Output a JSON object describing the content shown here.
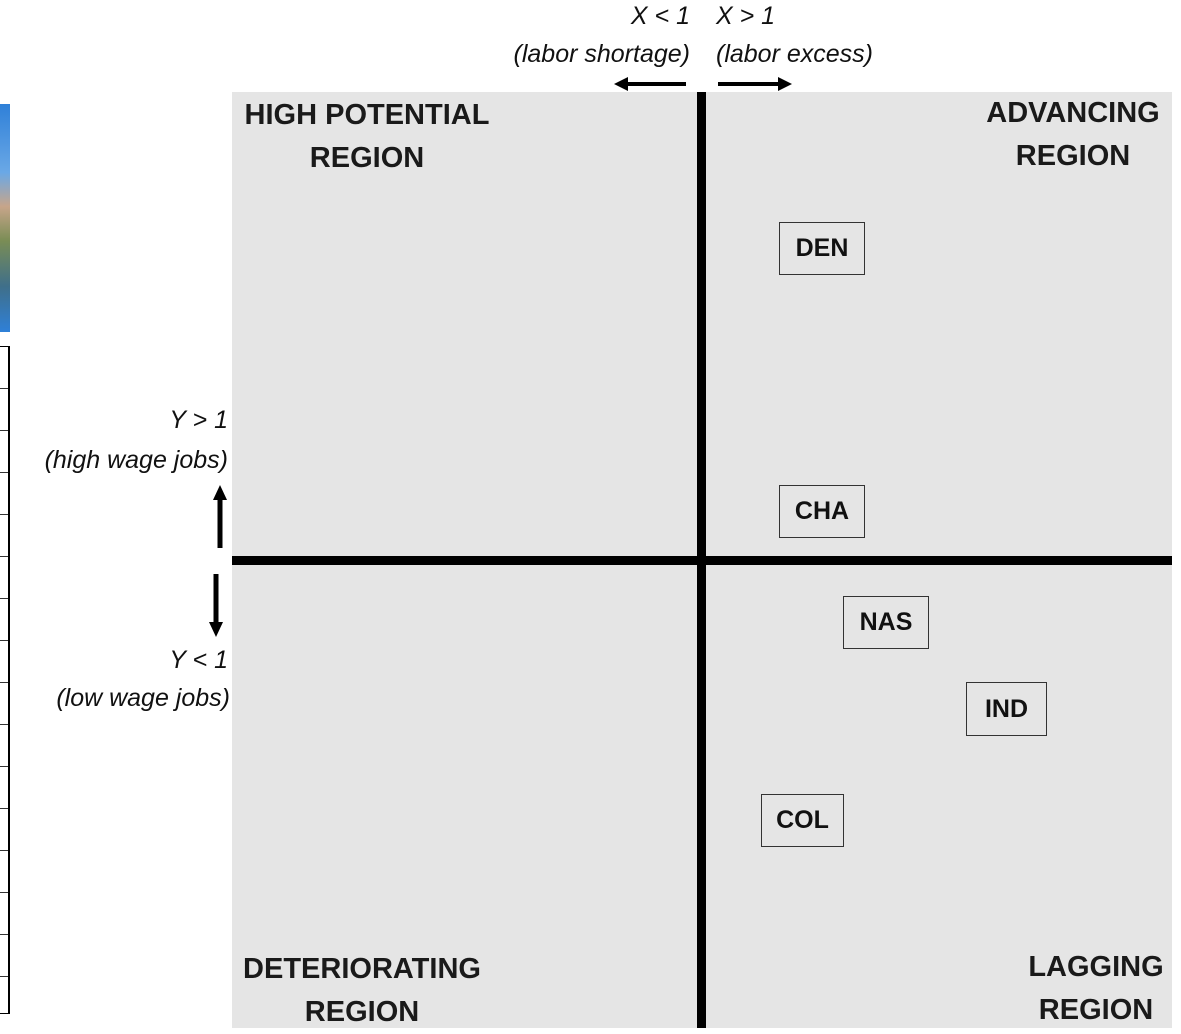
{
  "regions": {
    "high_potential": {
      "line1": "HIGH POTENTIAL",
      "line2": "REGION"
    },
    "advancing": {
      "line1": "ADVANCING",
      "line2": "REGION"
    },
    "deteriorating": {
      "line1": "DETERIORATING",
      "line2": "REGION"
    },
    "lagging": {
      "line1": "LAGGING",
      "line2": "REGION"
    }
  },
  "x_axis": {
    "less": {
      "condition": "X < 1",
      "description": "(labor shortage)"
    },
    "greater": {
      "condition": "X > 1",
      "description": "(labor excess)"
    }
  },
  "y_axis": {
    "greater": {
      "condition": "Y > 1",
      "description": "(high wage jobs)"
    },
    "less": {
      "condition": "Y < 1",
      "description": "(low wage jobs)"
    }
  },
  "cities": [
    {
      "code": "DEN",
      "quadrant": "advancing"
    },
    {
      "code": "CHA",
      "quadrant": "advancing"
    },
    {
      "code": "NAS",
      "quadrant": "lagging"
    },
    {
      "code": "IND",
      "quadrant": "lagging"
    },
    {
      "code": "COL",
      "quadrant": "lagging"
    }
  ],
  "colors": {
    "plot_background": "#e5e5e5",
    "axis_lines": "#000000",
    "text": "#1a1a1a"
  }
}
